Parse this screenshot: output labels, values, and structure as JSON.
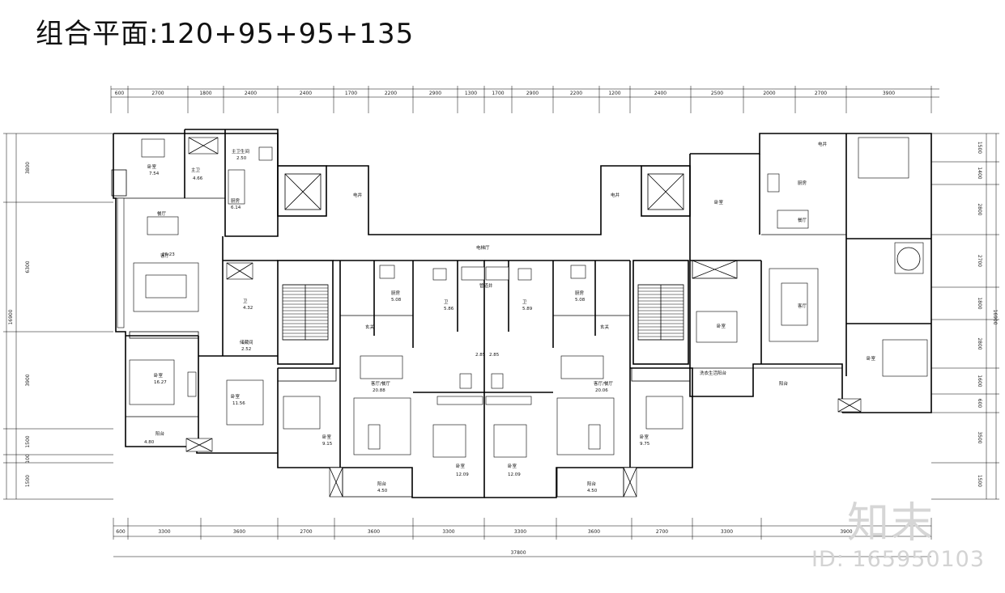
{
  "title": "组合平面:120+95+95+135",
  "top_dims": [
    "600",
    "2700",
    "1800",
    "2400",
    "2400",
    "1700",
    "2200",
    "2900",
    "1300",
    "1700",
    "2900",
    "2200",
    "1200",
    "2400",
    "2500",
    "2000",
    "2700",
    "3900"
  ],
  "bottom_dims": [
    "600",
    "3300",
    "3600",
    "2700",
    "3600",
    "3300",
    "3300",
    "3600",
    "2700",
    "3300",
    "3900"
  ],
  "total_dim": "37800",
  "left_dims": [
    "3800",
    "6300",
    "3900",
    "1500",
    "100",
    "1500"
  ],
  "left_total": "16900",
  "right_dims": [
    "1500",
    "1400",
    "2800",
    "2700",
    "1800",
    "2800",
    "1600",
    "600",
    "3500",
    "1500"
  ],
  "right_total": "16900",
  "rooms": {
    "a_bed1": "卧室",
    "a_bed1_area": "7.54",
    "a_bath1": "主卫",
    "a_bath1_area": "4.66",
    "a_bath2": "主卫生间",
    "a_bath2_area": "2.50",
    "a_kitchen": "厨房",
    "a_kitchen_area": "6.14",
    "a_dining": "餐厅",
    "a_living": "客厅",
    "a_living_area": "26.23",
    "a_wc": "卫",
    "a_wc_area": "4.32",
    "a_store": "储藏间",
    "a_store_area": "2.52",
    "a_bed2": "卧室",
    "a_bed2_area": "16.27",
    "a_bed3": "卧室",
    "a_bed3_area": "11.56",
    "a_balc": "阳台",
    "a_balc_area": "4.80",
    "corridor": "电梯厅",
    "shaft": "电井",
    "shaft2": "电井",
    "b_kitchen": "厨房",
    "b_kitchen_area": "5.08",
    "b_wc": "卫",
    "b_wc_area": "5.86",
    "b_hall": "玄关",
    "b_living": "客厅/餐厅",
    "b_living_area": "20.88",
    "b_bed1": "卧室",
    "b_bed1_area": "9.15",
    "b_bed2": "卧室",
    "b_bed2_area": "12.09",
    "b_balc": "阳台",
    "b_balc_area": "4.50",
    "b_shaft": "管道井",
    "b_wc_small_area": "2.85",
    "c_kitchen": "厨房",
    "c_kitchen_area": "5.08",
    "c_wc": "卫",
    "c_wc_area": "5.89",
    "c_hall": "玄关",
    "c_living": "客厅/餐厅",
    "c_living_area": "20.06",
    "c_bed1": "卧室",
    "c_bed1_area": "9.75",
    "c_bed2": "卧室",
    "c_bed2_area": "12.09",
    "c_balc": "阳台",
    "c_balc_area": "4.50",
    "c_wc_small_area": "2.85",
    "d_kitchen": "厨房",
    "d_dining": "餐厅",
    "d_living": "客厅",
    "d_bed1": "卧室",
    "d_bed2": "卧室",
    "d_bed3": "卧室",
    "d_balc": "阳台",
    "d_laundry": "洗衣生活阳台",
    "d_shaft": "电井"
  },
  "watermark_logo": "知末",
  "watermark_id": "ID: 165950103"
}
